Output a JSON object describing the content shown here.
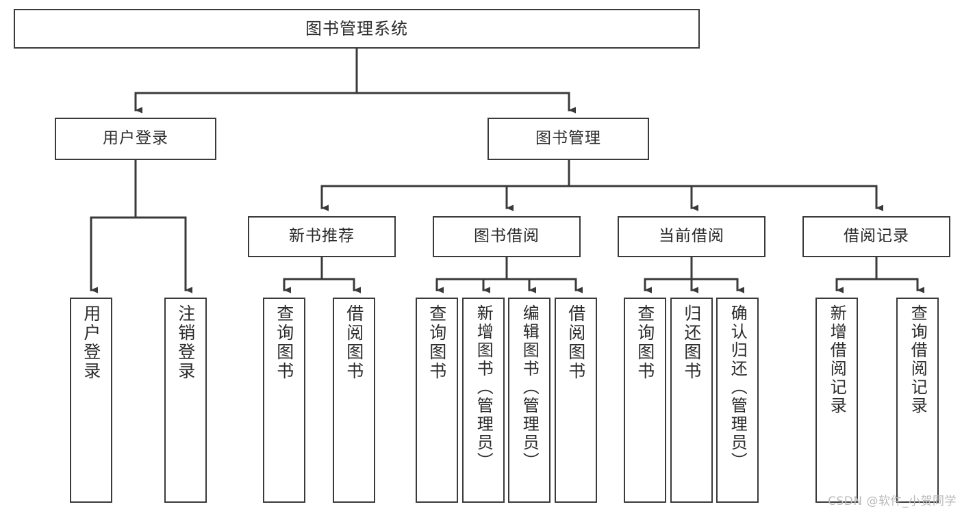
{
  "diagram": {
    "title": "图书管理系统",
    "root": {
      "label": "图书管理系统"
    },
    "level2": [
      {
        "label": "用户登录"
      },
      {
        "label": "图书管理"
      }
    ],
    "level3": [
      {
        "label": "新书推荐"
      },
      {
        "label": "图书借阅"
      },
      {
        "label": "当前借阅"
      },
      {
        "label": "借阅记录"
      }
    ],
    "leaves": {
      "user_login": [
        {
          "label": "用户登录"
        },
        {
          "label": "注销登录"
        }
      ],
      "new_book": [
        {
          "label": "查询图书"
        },
        {
          "label": "借阅图书"
        }
      ],
      "book_borrow": [
        {
          "label": "查询图书"
        },
        {
          "label": "新增图书（管理员）"
        },
        {
          "label": "编辑图书（管理员）"
        },
        {
          "label": "借阅图书"
        }
      ],
      "current_borrow": [
        {
          "label": "查询图书"
        },
        {
          "label": "归还图书"
        },
        {
          "label": "确认归还（管理员）"
        }
      ],
      "borrow_record": [
        {
          "label": "新增借阅记录"
        },
        {
          "label": "查询借阅记录"
        }
      ]
    }
  },
  "watermark": {
    "text": "CSDN @软件_小贺同学"
  },
  "colors": {
    "line": "#3a3a3a",
    "text": "#2b2b2b",
    "background": "#ffffff",
    "watermark": "#b9b9b9"
  }
}
